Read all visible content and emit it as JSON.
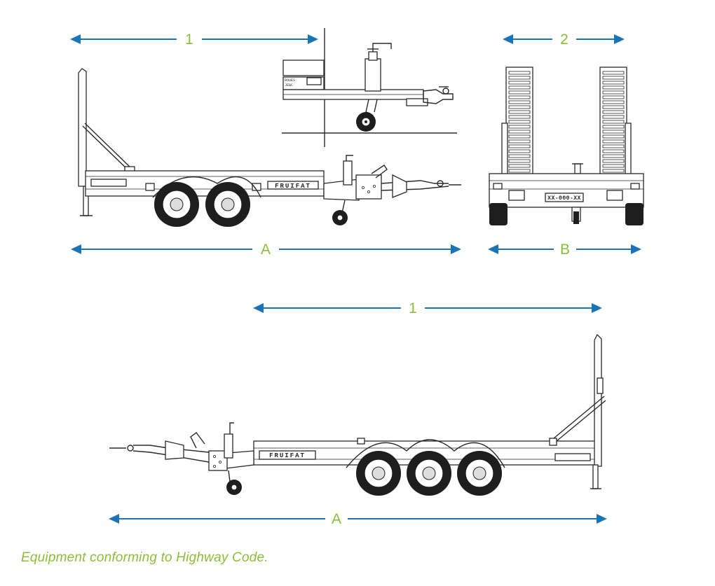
{
  "dimensions": {
    "side_top_length_label": "1",
    "rear_width_label": "2",
    "side_top_overall_label": "A",
    "rear_overall_label": "B",
    "side_bottom_length_label": "1",
    "side_bottom_overall_label": "A"
  },
  "brand": {
    "side_top": "FRUIFAT",
    "side_bottom": "FRUIFAT",
    "detail_marking_line1": "ROUES",
    "detail_marking_line2": "JEBC"
  },
  "rear_plate": "XX-000-XX",
  "caption": "Equipment conforming to Highway Code.",
  "colors": {
    "dimension_line": "#1b74b8",
    "label_green": "#8cbd3a",
    "drawing_line": "#2a2a2a"
  }
}
